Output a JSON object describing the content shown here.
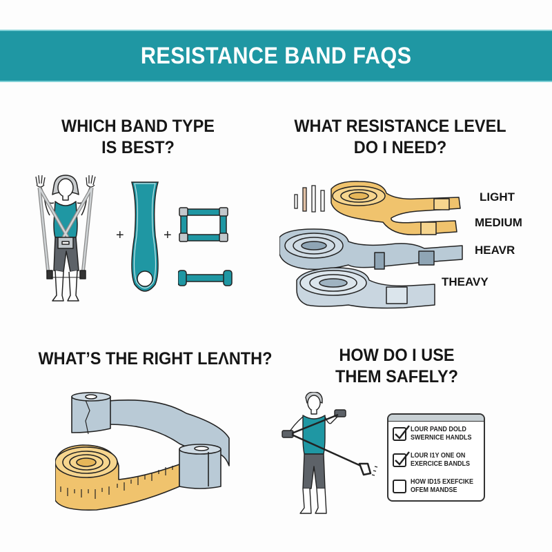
{
  "header": {
    "title": "RESISTANCE BAND FAQS",
    "color": "#1f97a3"
  },
  "sections": [
    {
      "id": "band-type",
      "title_line1": "WHICH BAND TYPE",
      "title_line2": "IS BEST?",
      "illustrations": [
        "person-with-tube-bands-icon",
        "loop-band-icon",
        "handle-bands-icon"
      ],
      "separators": [
        "+",
        "+"
      ]
    },
    {
      "id": "resistance-level",
      "title_line1": "WHAT RESISTANCE LEVEL",
      "title_line2": "DO I NEED?",
      "levels": [
        {
          "label": "LIGHT",
          "color": "#f0c36d"
        },
        {
          "label": "MEDIUM",
          "color": "#f0c36d"
        },
        {
          "label": "HEAVR",
          "color": "#b9cad6"
        },
        {
          "label": "THEAVY",
          "color": "#c9d6e0"
        }
      ]
    },
    {
      "id": "length",
      "title": "WHAT’S THE RIGHT LEɅNTH?",
      "illustrations": [
        "rolled-band-icon",
        "measuring-tape-icon"
      ]
    },
    {
      "id": "safety",
      "title_line1": "HOW DO I USE",
      "title_line2": "THEM SAFELY?",
      "checklist": [
        {
          "line1": "LOUR PAND DOLD",
          "line2": "SWERNICE HANDLS",
          "checked": true
        },
        {
          "line1": "LOUR I1Y ONE ON",
          "line2": "EXERCICE BANDLS",
          "checked": true
        },
        {
          "line1": "HOW ID15 EXEFCIKE",
          "line2": "OFEM MANDSE",
          "checked": false
        }
      ]
    }
  ],
  "colors": {
    "teal": "#1f97a3",
    "yellow": "#f0c36d",
    "gray_blue": "#b9cad6",
    "dark_gray": "#565b61"
  }
}
